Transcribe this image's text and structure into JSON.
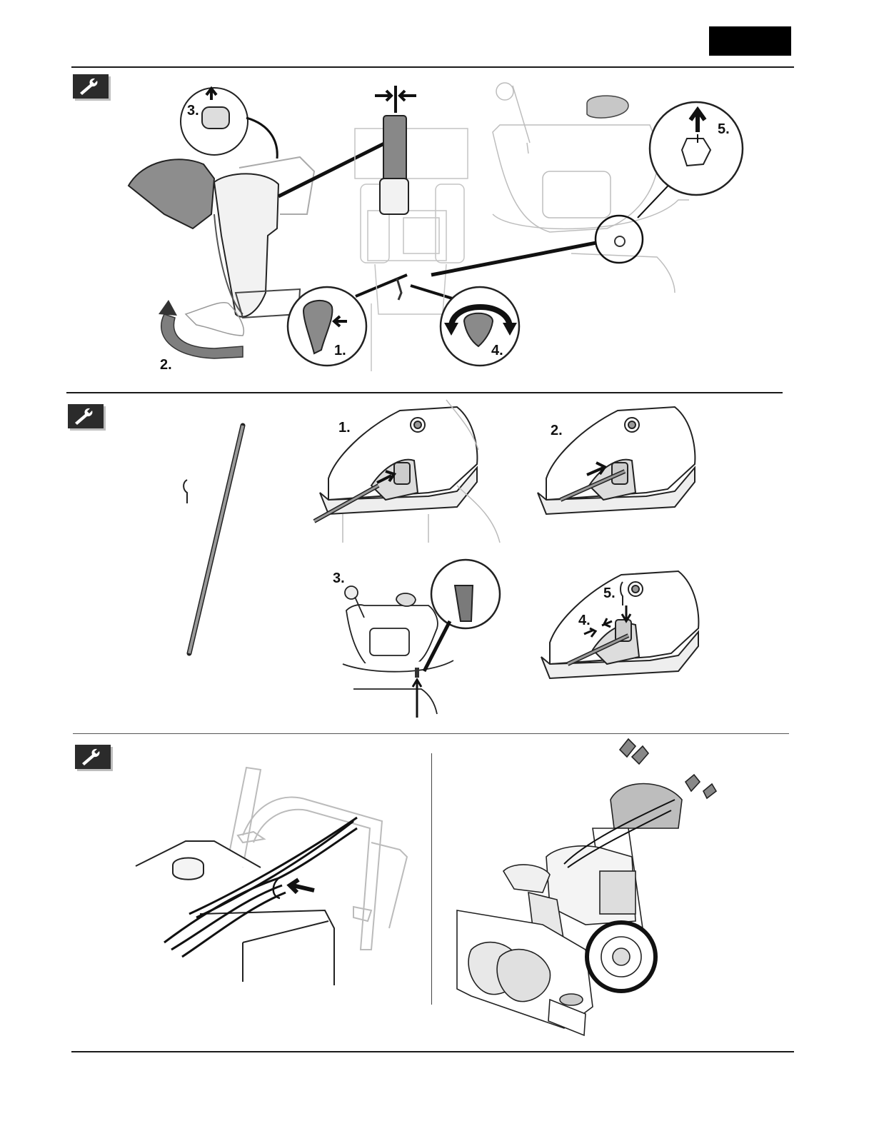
{
  "header": {
    "tab_color": "#000000"
  },
  "sections": [
    {
      "id": "chute-and-crank",
      "icon": "wrench-icon",
      "step_labels": [
        "3.",
        "2.",
        "1.",
        "4.",
        "5."
      ]
    },
    {
      "id": "rod-install",
      "icon": "wrench-icon",
      "step_labels": [
        "1.",
        "2.",
        "3.",
        "4.",
        "5."
      ]
    },
    {
      "id": "cable-routing",
      "icon": "wrench-icon"
    }
  ],
  "colors": {
    "ink": "#111111",
    "mid_gray": "#8a8a8a",
    "light_line": "#b5b5b5",
    "fill_gray": "#9a9a9a"
  }
}
